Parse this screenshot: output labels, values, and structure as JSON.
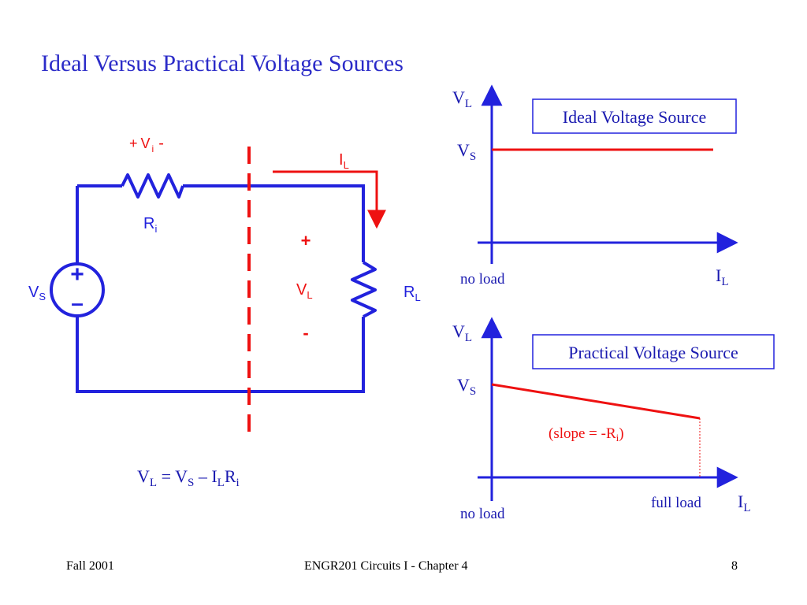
{
  "slide": {
    "title": "Ideal Versus Practical Voltage Sources",
    "footer": {
      "left": "Fall 2001",
      "center": "ENGR201 Circuits I - Chapter 4",
      "right": "8"
    }
  },
  "circuit": {
    "vi_plus": "+",
    "vi_main": "V",
    "vi_sub": "i",
    "vi_minus": "-",
    "ri_main": "R",
    "ri_sub": "i",
    "vs_main": "V",
    "vs_sub": "S",
    "il_main": "I",
    "il_sub": "L",
    "vl_plus": "+",
    "vl_main": "V",
    "vl_sub": "L",
    "vl_minus": "-",
    "rl_main": "R",
    "rl_sub": "L",
    "source_plus": "+",
    "source_minus": "–"
  },
  "equation": {
    "parts": [
      {
        "t": "V",
        "sub": false
      },
      {
        "t": "L",
        "sub": true
      },
      {
        "t": " = V",
        "sub": false
      },
      {
        "t": "S",
        "sub": true
      },
      {
        "t": " – I",
        "sub": false
      },
      {
        "t": "L",
        "sub": true
      },
      {
        "t": "R",
        "sub": false
      },
      {
        "t": "i",
        "sub": true
      }
    ]
  },
  "graphs": {
    "ideal": {
      "box_label": "Ideal Voltage Source",
      "y_axis": {
        "main": "V",
        "sub": "L"
      },
      "x_axis": {
        "main": "I",
        "sub": "L"
      },
      "vs": {
        "main": "V",
        "sub": "S"
      },
      "origin_label": "no load"
    },
    "practical": {
      "box_label": "Practical Voltage Source",
      "y_axis": {
        "main": "V",
        "sub": "L"
      },
      "x_axis": {
        "main": "I",
        "sub": "L"
      },
      "vs": {
        "main": "V",
        "sub": "S"
      },
      "origin_label": "no load",
      "full_load_label": "full load",
      "slope_prefix": "(slope = -R",
      "slope_sub": "i",
      "slope_suffix": ")"
    }
  },
  "colors": {
    "title": "#2b2bc8",
    "wire": "#2222dd",
    "accent": "#ee1111",
    "text": "#1a1ab0"
  }
}
